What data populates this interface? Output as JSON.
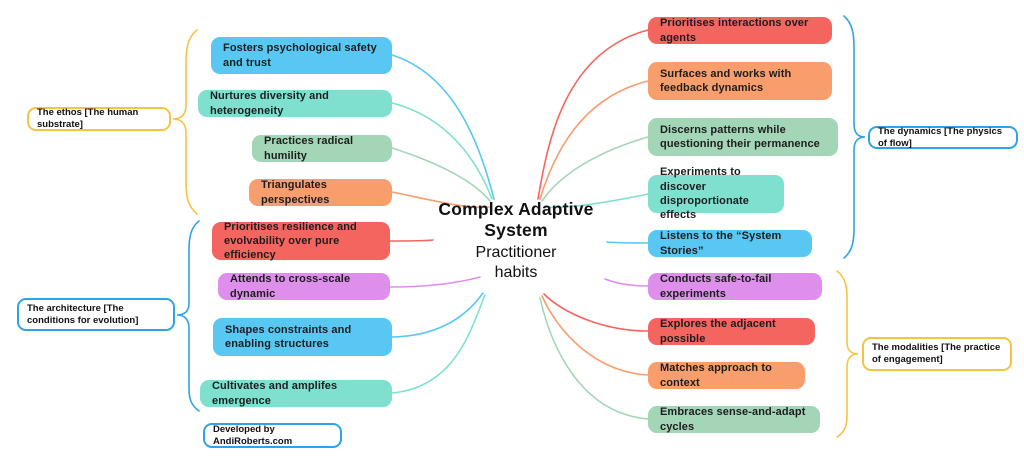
{
  "palette": {
    "blue": "#58C7F2",
    "teal": "#7FE0CF",
    "green": "#A3D6B6",
    "orange": "#F89E6D",
    "red": "#F5655F",
    "purple": "#DE8FEB",
    "border_blue": "#2FA3E6",
    "border_yellow": "#F6C344",
    "text_dark": "#1d1d1f"
  },
  "center": {
    "title": "Complex Adaptive System",
    "subtitle": "Practitioner habits"
  },
  "branches": {
    "ethos": {
      "label": "The ethos [The human substrate]",
      "label_border": "border_yellow",
      "bracket_color": "border_yellow",
      "items": [
        {
          "label": "Fosters psychological safety and trust",
          "color": "blue"
        },
        {
          "label": "Nurtures diversity and heterogeneity",
          "color": "teal"
        },
        {
          "label": "Practices radical humility",
          "color": "green"
        },
        {
          "label": "Triangulates perspectives",
          "color": "orange"
        }
      ]
    },
    "architecture": {
      "label": "The architecture [The conditions for evolution]",
      "label_border": "border_blue",
      "bracket_color": "border_blue",
      "items": [
        {
          "label": "Prioritises resilience and evolvability over pure efficiency",
          "color": "red"
        },
        {
          "label": "Attends to cross-scale dynamic",
          "color": "purple"
        },
        {
          "label": "Shapes constraints and enabling structures",
          "color": "blue"
        },
        {
          "label": "Cultivates and amplifes emergence",
          "color": "teal"
        }
      ]
    },
    "dynamics": {
      "label": "The dynamics [The physics of flow]",
      "label_border": "border_blue",
      "bracket_color": "border_blue",
      "items": [
        {
          "label": "Prioritises interactions over agents",
          "color": "red"
        },
        {
          "label": "Surfaces and works with feedback dynamics",
          "color": "orange"
        },
        {
          "label": "Discerns patterns while questioning their permanence",
          "color": "green"
        },
        {
          "label": "Experiments to discover disproportionate effects",
          "color": "teal"
        },
        {
          "label": "Listens to the “System Stories”",
          "color": "blue"
        }
      ]
    },
    "modalities": {
      "label": "The modalities [The practice of engagement]",
      "label_border": "border_yellow",
      "bracket_color": "border_yellow",
      "items": [
        {
          "label": "Conducts safe-to-fail experiments",
          "color": "purple"
        },
        {
          "label": "Explores the adjacent possible",
          "color": "red"
        },
        {
          "label": "Matches approach to context",
          "color": "orange"
        },
        {
          "label": "Embraces sense-and-adapt cycles",
          "color": "green"
        }
      ]
    }
  },
  "credit": {
    "label": "Developed by AndiRoberts.com",
    "label_border": "border_blue"
  }
}
